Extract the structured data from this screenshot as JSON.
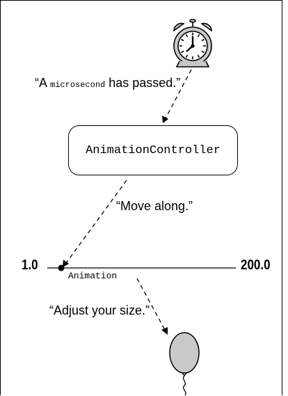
{
  "quotes": {
    "tick_prefix": "“A ",
    "tick_mono": "microsecond",
    "tick_suffix": " has passed.”",
    "move": "“Move along.”",
    "adjust": "“Adjust your size.”"
  },
  "controller": {
    "label": "AnimationController"
  },
  "range": {
    "start": "1.0",
    "end": "200.0",
    "label": "Animation"
  },
  "colors": {
    "stroke": "#000000",
    "balloon": "#c9c9c9",
    "clock_face": "#c8c8c8"
  },
  "icons": {
    "clock": "alarm-clock-icon",
    "balloon": "balloon-icon"
  }
}
